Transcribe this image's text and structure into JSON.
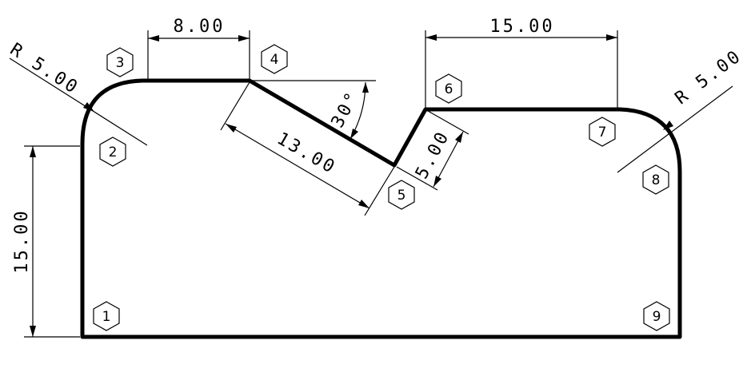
{
  "dimensions": {
    "top_width": "8.00",
    "right_top_width": "15.00",
    "left_height": "15.00",
    "slope_length": "13.00",
    "notch_edge": "5.00",
    "radius_left": "R 5.00",
    "radius_right": "R 5.00",
    "angle": "30°"
  },
  "point_markers": [
    "1",
    "2",
    "3",
    "4",
    "5",
    "6",
    "7",
    "8",
    "9"
  ]
}
